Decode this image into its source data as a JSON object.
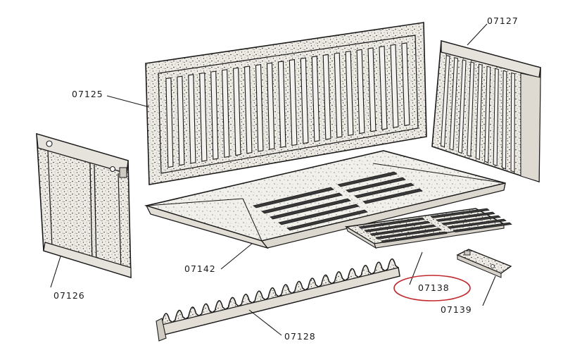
{
  "diagram": {
    "parts": [
      {
        "id": "p07125",
        "label": "07125"
      },
      {
        "id": "p07127",
        "label": "07127"
      },
      {
        "id": "p07126",
        "label": "07126"
      },
      {
        "id": "p07142",
        "label": "07142"
      },
      {
        "id": "p07128",
        "label": "07128"
      },
      {
        "id": "p07138",
        "label": "07138",
        "highlighted": true
      },
      {
        "id": "p07139",
        "label": "07139"
      }
    ],
    "highlight_color": "#c0282d",
    "line_color": "#1a1a1a",
    "fill_color": "#ece9e2"
  }
}
